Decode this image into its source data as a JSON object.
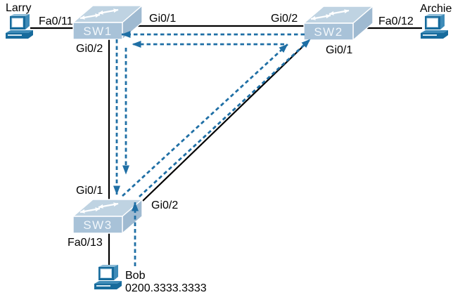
{
  "colors": {
    "background": "#FFFFFF",
    "link_line": "#000000",
    "label_text": "#000000",
    "flood_arrow": "#1F6FA5",
    "switch_top": "#BFD3E2",
    "switch_front": "#A8C2D8",
    "switch_side": "#9FBAD1",
    "switch_label": "#F2F7FB",
    "pc_dark": "#176B9C",
    "pc_mid": "#3E8BB8",
    "pc_light": "#8FBDD8",
    "pc_screen": "#FFFFFF"
  },
  "devices": {
    "pcs": [
      {
        "name": "Larry"
      },
      {
        "name": "Archie"
      },
      {
        "name": "Bob",
        "mac": "0200.3333.3333"
      }
    ],
    "switches": [
      {
        "name": "SW1"
      },
      {
        "name": "SW2"
      },
      {
        "name": "SW3"
      }
    ]
  },
  "port_labels": {
    "larry_sw1": "Fa0/11",
    "sw1_to_sw2": "Gi0/1",
    "sw2_to_sw1": "Gi0/2",
    "sw2_archie": "Fa0/12",
    "sw1_to_sw3": "Gi0/2",
    "sw2_to_sw3": "Gi0/1",
    "sw3_to_sw1": "Gi0/1",
    "sw3_to_sw2": "Gi0/2",
    "sw3_bob": "Fa0/13"
  }
}
